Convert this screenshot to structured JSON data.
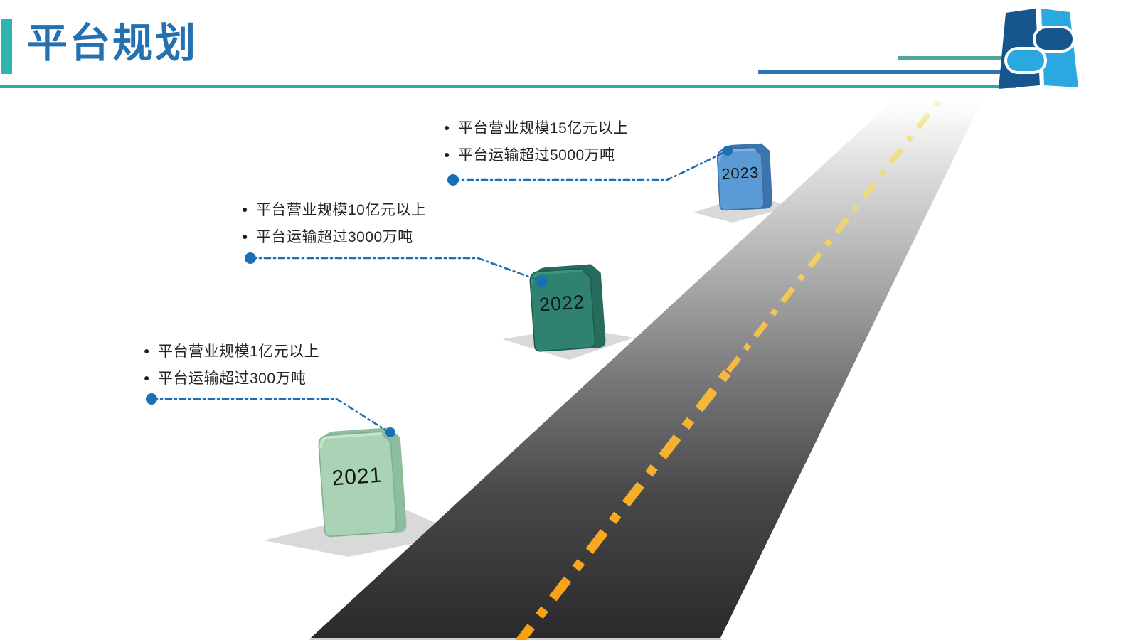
{
  "header": {
    "title": "平台规划",
    "colors": {
      "accent_bar": "#2FB5AD",
      "title": "#2271B3",
      "teal_line_long": "#2FA9A4",
      "teal_line_short": "#4FA89B",
      "blue_line": "#2E75B6",
      "logo_dark": "#15568D",
      "logo_light": "#29A9E0"
    }
  },
  "roadmap": {
    "connector_color": "#1B6FB5",
    "road": {
      "asphalt": "#2A2A2C",
      "lane_dash_bottom": "#F89E0E",
      "lane_dash_top": "#F0E594",
      "shadow": "#D9D9D9",
      "edge_strip": "#D0D0D0"
    },
    "milestones": [
      {
        "year": "2021",
        "bullets": [
          "平台营业规模1亿元以上",
          "平台运输超过300万吨"
        ],
        "colors": {
          "face": "#A9D3B4",
          "side": "#8CBD9C",
          "outline": "#7FAE8F",
          "bevel": "#C6E4CE"
        }
      },
      {
        "year": "2022",
        "bullets": [
          "平台营业规模10亿元以上",
          "平台运输超过3000万吨"
        ],
        "colors": {
          "face": "#2F8170",
          "side": "#256C5C",
          "outline": "#1C5C4E",
          "bevel": "#3D9481"
        }
      },
      {
        "year": "2023",
        "bullets": [
          "平台营业规模15亿元以上",
          "平台运输超过5000万吨"
        ],
        "colors": {
          "face": "#5B9BD5",
          "side": "#3E74AC",
          "outline": "#3B6CA3",
          "bevel": "#7FB2E2"
        }
      }
    ]
  }
}
